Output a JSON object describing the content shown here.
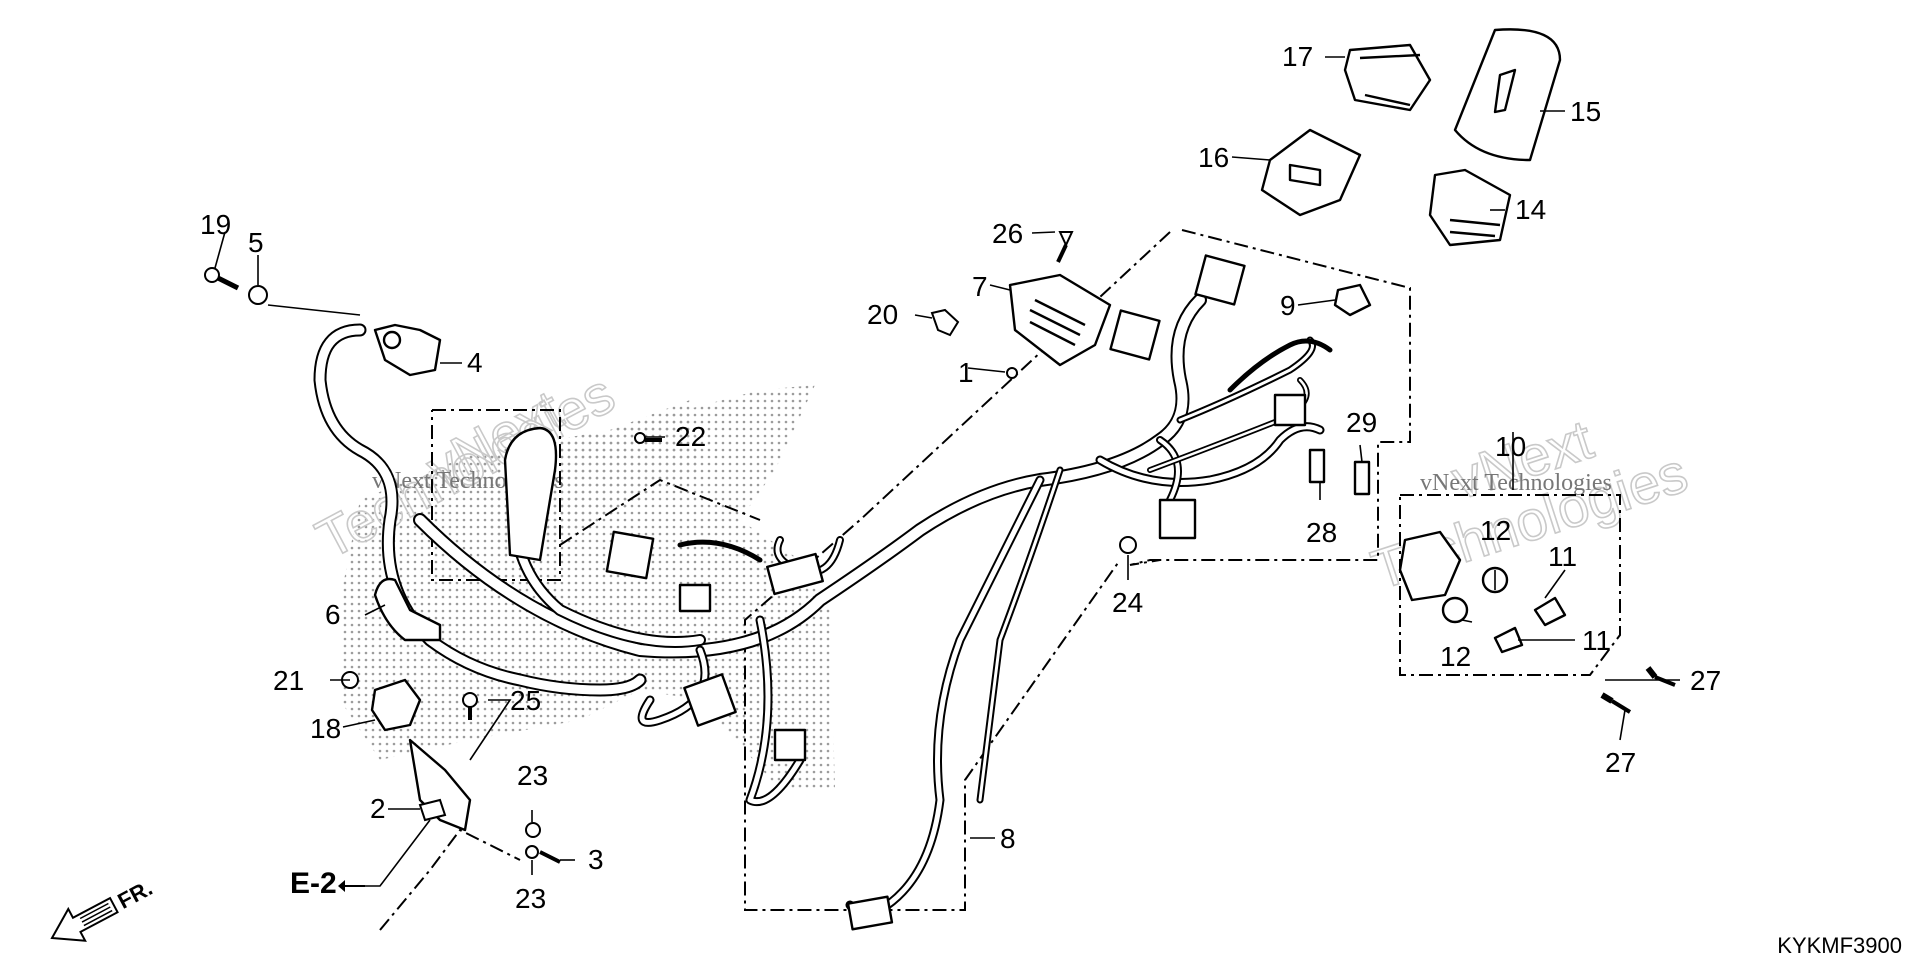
{
  "diagram": {
    "callouts": [
      "1",
      "2",
      "3",
      "4",
      "5",
      "6",
      "7",
      "8",
      "9",
      "10",
      "11",
      "11",
      "12",
      "12",
      "14",
      "15",
      "16",
      "17",
      "18",
      "19",
      "20",
      "21",
      "22",
      "23",
      "23",
      "24",
      "25",
      "26",
      "27",
      "27",
      "28",
      "29"
    ],
    "reference_label": "E-2",
    "direction_label": "FR.",
    "drawing_code": "KYKMF3900"
  },
  "watermark": {
    "line1": "vNext",
    "line2": "Technologies",
    "caption": "vNext Technologies"
  }
}
